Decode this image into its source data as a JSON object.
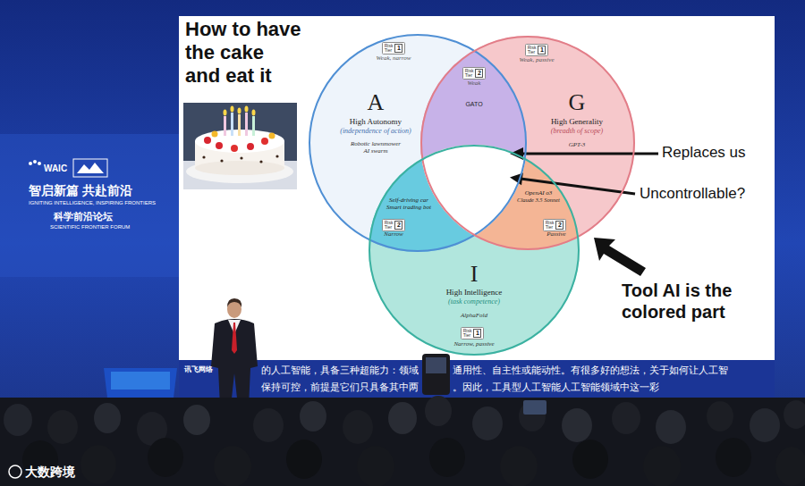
{
  "diagram": {
    "title": "How to have the cake and eat it",
    "nodes": [
      {
        "text": [
          "A",
          "High Autonomy",
          "(independence of action)",
          "Robotic lawnmower",
          "AI swarm"
        ]
      },
      {
        "text": [
          "Risk Tier",
          "1"
        ],
        "in": 0
      },
      {
        "text": [
          "G",
          "High Generality",
          "(breadth of scope)",
          "GPT-3"
        ]
      },
      {
        "text": [
          "Risk Tier",
          "1"
        ],
        "in": 2
      },
      {
        "text": [
          "I",
          "High Intelligence",
          "(task competence)",
          "AlphaFold"
        ]
      },
      {
        "text": [
          "Risk Tier",
          "1"
        ],
        "in": 4
      },
      {
        "text": [
          "Risk Tier",
          "2"
        ]
      },
      {
        "text": [
          "Risk Tier",
          "2"
        ]
      },
      {
        "text": [
          "Risk Tier",
          "2"
        ]
      }
    ],
    "labels": [
      "Weak, narrow",
      "Weak, passive",
      "Weak",
      "GATO",
      "Self-driving car",
      "Smart trading bot",
      "Narrow",
      "OpenAI o3",
      "Claude 3.5 Sonnet",
      "Passive",
      "Narrow, passive",
      "Replaces us",
      "Uncontrollable?",
      "Tool AI is the colored part",
      "WAIC",
      "智启新篇 共赴前沿",
      "IGNITING INTELLIGENCE, INSPIRING FRONTIERS",
      "科学前沿论坛",
      "SCIENTIFIC FRONTIER FORUM",
      "的人工智能，具备三种超能力：领域",
      "通用性、自主性或能动性。有很多好的想法，关于如何让人工智",
      "保持可控，前提是它们只具备其中两",
      "。因此，工具型人工智能人工智能领域中这一彩",
      "讯飞网络",
      "大数跨境"
    ]
  }
}
